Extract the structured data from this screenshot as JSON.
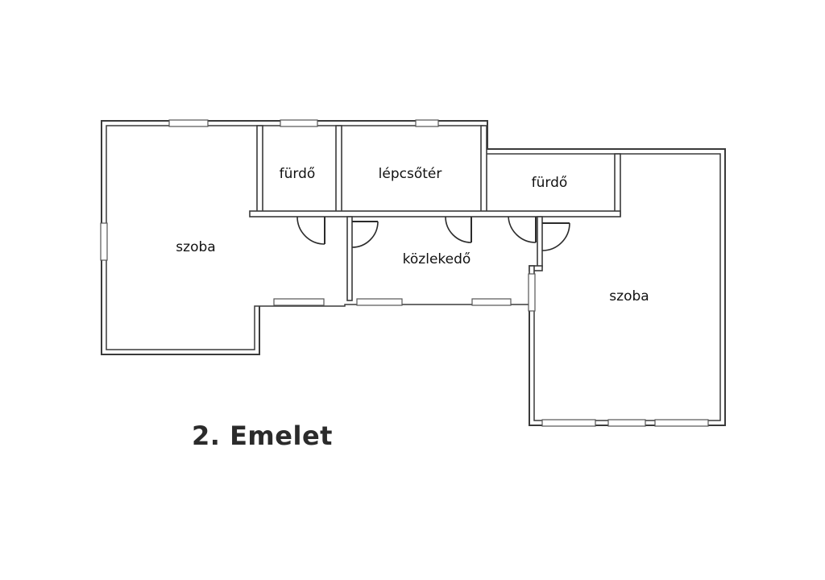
{
  "rooms": {
    "left_room": "szoba",
    "bath_1": "fürdő",
    "stair": "lépcsőtér",
    "bath_2": "fürdő",
    "corridor": "közlekedő",
    "right_room": "szoba"
  },
  "floor_title": "2. Emelet"
}
